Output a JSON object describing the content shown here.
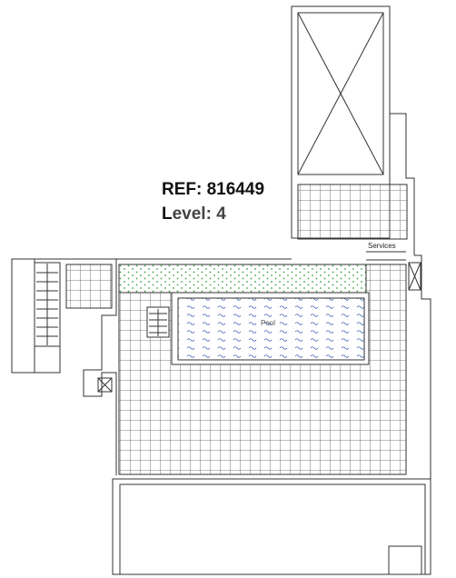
{
  "plan": {
    "ref_label": "REF: 816449",
    "level_first_letter": "L",
    "level_rest": "evel: 4",
    "services_label": "Services",
    "pool_label": "Pool"
  },
  "colors": {
    "line": "#333333",
    "grid": "#555555",
    "planter_dots": "#3aa845",
    "pool_water": "#3b5bb5"
  },
  "icons": [
    "void-cross-icon",
    "duct-cross-icon"
  ]
}
